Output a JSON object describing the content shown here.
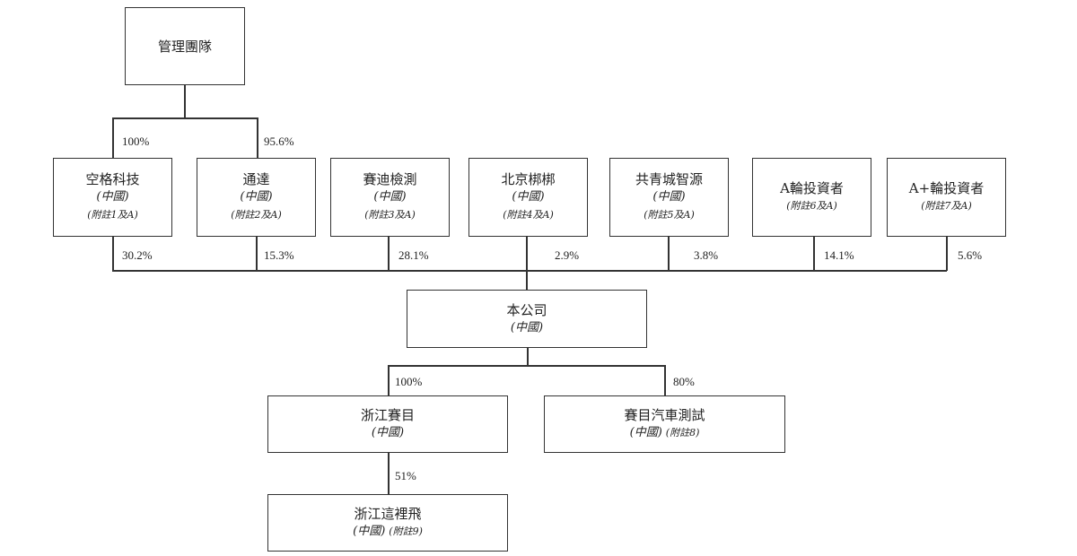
{
  "management": {
    "name": "管理團隊"
  },
  "shareholders": [
    {
      "name": "空格科技",
      "location": "(中國)",
      "note": "(附註1及A)"
    },
    {
      "name": "通達",
      "location": "(中國)",
      "note": "(附註2及A)"
    },
    {
      "name": "賽迪檢測",
      "location": "(中國)",
      "note": "(附註3及A)"
    },
    {
      "name": "北京梆梆",
      "location": "(中國)",
      "note": "(附註4及A)"
    },
    {
      "name": "共青城智源",
      "location": "(中國)",
      "note": "(附註5及A)"
    },
    {
      "name": "A輪投資者",
      "note": "(附註6及A)"
    },
    {
      "name": "A+輪投資者",
      "note": "(附註7及A)"
    }
  ],
  "management_stakes": [
    "100%",
    "95.6%"
  ],
  "shareholder_stakes": [
    "30.2%",
    "15.3%",
    "28.1%",
    "2.9%",
    "3.8%",
    "14.1%",
    "5.6%"
  ],
  "company": {
    "name": "本公司",
    "location": "(中國)"
  },
  "subsidiaries": [
    {
      "name": "浙江賽目",
      "location": "(中國)",
      "stake": "100%"
    },
    {
      "name": "賽目汽車測試",
      "location": "(中國)",
      "note": "(附註8)",
      "stake": "80%"
    }
  ],
  "sub_subsidiary": {
    "name": "浙江這裡飛",
    "location": "(中國)",
    "note": "(附註9)",
    "stake": "51%"
  }
}
